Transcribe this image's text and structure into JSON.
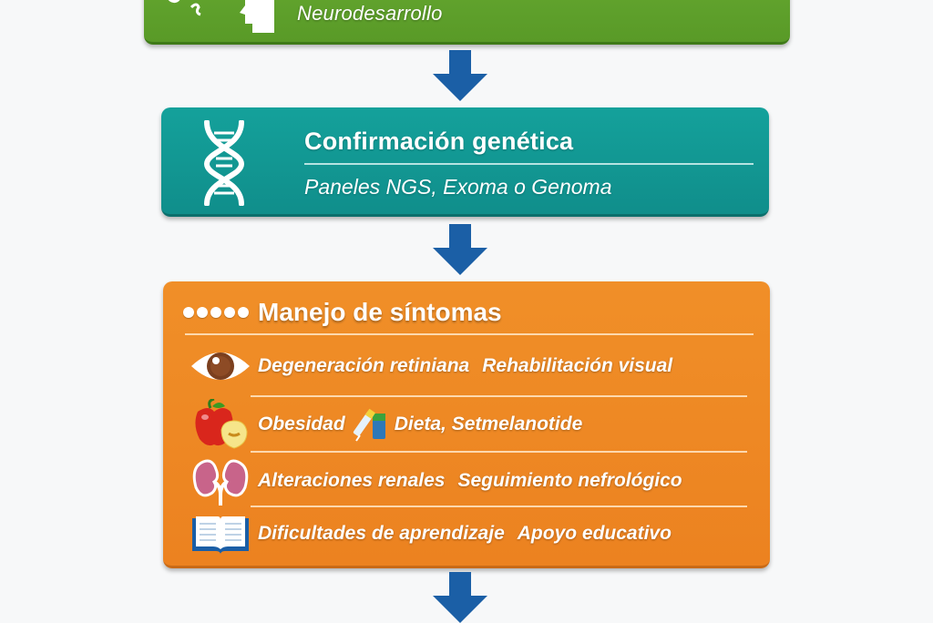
{
  "green_box": {
    "subtitle": "Neurodesarrollo",
    "icons": [
      "pills-icon",
      "head-profile-icon"
    ],
    "color": "#5fa22c"
  },
  "teal_box": {
    "title": "Confirmación genética",
    "subtitle": "Paneles NGS, Exoma o Genoma",
    "icon": "dna-icon",
    "color": "#129894"
  },
  "orange_box": {
    "title": "Manejo de síntomas",
    "color": "#ee8824",
    "rows": [
      {
        "icon": "eye-icon",
        "condition": "Degeneración retiniana",
        "management": "Rehabilitación visual"
      },
      {
        "icon": "apple-icon",
        "condition": "Obesidad",
        "extra_icon": "syringe-icon",
        "management": "Dieta, Setmelanotide"
      },
      {
        "icon": "kidneys-icon",
        "condition": "Alteraciones renales",
        "management": "Seguimiento nefrológico"
      },
      {
        "icon": "book-icon",
        "condition": "Dificultades de aprendizaje",
        "management": "Apoyo educativo"
      }
    ]
  },
  "arrow_color": "#1b5fa6"
}
